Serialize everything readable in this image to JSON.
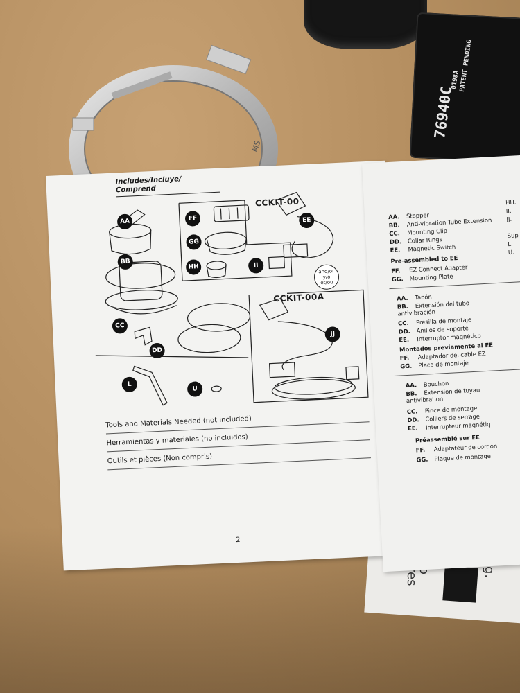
{
  "device": {
    "model_code": "76940C",
    "small_text": [
      "0198A",
      "PATENT PENDING"
    ],
    "clamp_mark": "MS"
  },
  "booklet": {
    "left_page": {
      "parts_title": [
        "Includes/Incluye/",
        "Comprend"
      ],
      "kits": {
        "cckit_00": "CCKIT-00",
        "cckit_00a": "CCKIT-00A"
      },
      "badges": [
        "AA",
        "BB",
        "CC",
        "DD",
        "FF",
        "GG",
        "HH",
        "II",
        "EE",
        "JJ",
        "L",
        "U"
      ],
      "and_or": [
        "and/or",
        "y/o",
        "et/ou"
      ],
      "tools": [
        "Tools and Materials Needed (not included)",
        "Herramientas y materiales (no incluidos)",
        "Outils et pièces (Non compris)"
      ],
      "page_number": "2"
    },
    "right_page": {
      "english": {
        "items": [
          {
            "code": "AA.",
            "label": "Stopper"
          },
          {
            "code": "BB.",
            "label": "Anti-vibration Tube Extension"
          },
          {
            "code": "CC.",
            "label": "Mounting Clip"
          },
          {
            "code": "DD.",
            "label": "Collar Rings"
          },
          {
            "code": "EE.",
            "label": "Magnetic Switch"
          }
        ],
        "preassembled": "Pre-assembled to EE",
        "pre_items": [
          {
            "code": "FF.",
            "label": "EZ Connect Adapter"
          },
          {
            "code": "GG.",
            "label": "Mounting Plate"
          }
        ]
      },
      "spanish": {
        "items": [
          {
            "code": "AA.",
            "label": "Tapón"
          },
          {
            "code": "BB.",
            "label": "Extensión del tubo\nantivibración"
          },
          {
            "code": "CC.",
            "label": "Presilla de montaje"
          },
          {
            "code": "DD.",
            "label": "Anillos de soporte"
          },
          {
            "code": "EE.",
            "label": "Interruptor magnético"
          }
        ],
        "preassembled": "Montados previamente al EE",
        "pre_items": [
          {
            "code": "FF.",
            "label": "Adaptador del cable EZ"
          },
          {
            "code": "GG.",
            "label": "Placa de montaje"
          }
        ]
      },
      "french": {
        "items": [
          {
            "code": "AA.",
            "label": "Bouchon"
          },
          {
            "code": "BB.",
            "label": "Extension de tuyau\nantivibration"
          },
          {
            "code": "CC.",
            "label": "Pince de montage"
          },
          {
            "code": "DD.",
            "label": "Colliers de serrage"
          },
          {
            "code": "EE.",
            "label": "Interrupteur magnétiq"
          }
        ],
        "preassembled": "Préassemblé sur EE",
        "pre_items": [
          {
            "code": "FF.",
            "label": "Adaptateur de cordon"
          },
          {
            "code": "GG.",
            "label": "Plaque de montage"
          }
        ]
      },
      "side_codes": [
        "HH.",
        "II.",
        "JJ.",
        "Sup",
        "L.",
        "U."
      ]
    },
    "underneath_text": [
      "o",
      "res",
      "ig."
    ]
  }
}
